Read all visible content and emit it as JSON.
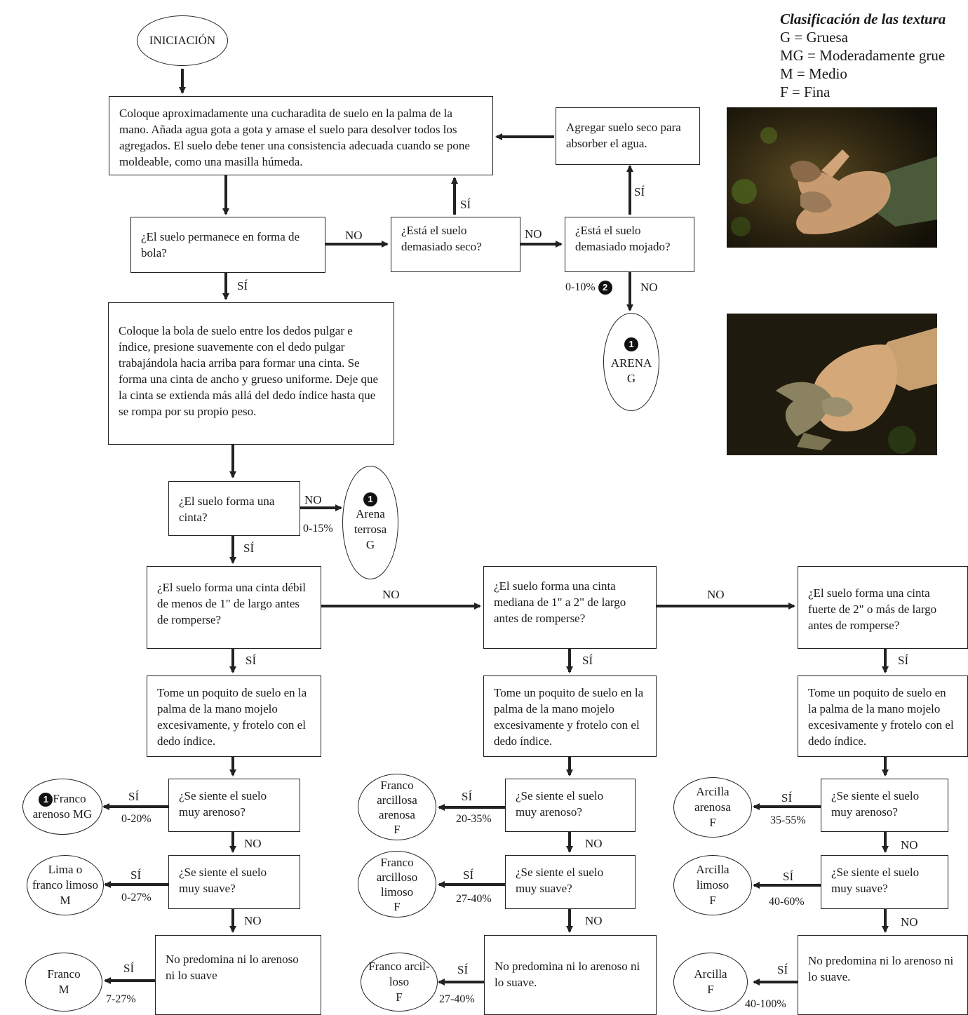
{
  "legend": {
    "title": "Clasificación de las textura",
    "items": [
      "G = Gruesa",
      "MG = Moderadamente grue",
      "M = Medio",
      "F = Fina"
    ]
  },
  "start": "INICIACIÓN",
  "boxes": {
    "instruction1": "Coloque aproximadamente una cucharadita de suelo en la palma de la mano. Añada agua gota a gota y amase el suelo para desolver todos los agregados. El suelo debe tener una consistencia adecuada cuando se pone moldeable, como una masilla húmeda.",
    "add_dry": "Agregar suelo seco para absorber el agua.",
    "q_ball": "¿El suelo permanece en forma de bola?",
    "q_dry": "¿Está el suelo demasiado seco?",
    "q_wet": "¿Está el suelo demasiado mojado?",
    "instruction2": "Coloque la bola de suelo entre los dedos pulgar e índice, presione suavemente con el dedo pulgar trabajándola hacia arriba para formar una cinta. Se forma una cinta de ancho y grueso uniforme. Deje que la cinta se extienda más allá del dedo índice hasta que se rompa por su propio peso.",
    "q_ribbon": "¿El suelo forma una cinta?",
    "q_weak": "¿El suelo forma una cinta débil de menos de 1\" de largo antes de romperse?",
    "q_medium": "¿El suelo forma una cinta mediana de 1\" a 2\" de largo antes de romperse?",
    "q_strong": "¿El suelo forma una cinta fuerte de 2\" o más de largo antes de romperse?",
    "take1": "Tome un poquito de suelo en la palma de la mano mojelo excesivamente, y frotelo con el dedo índice.",
    "take2": "Tome un poquito de suelo en la palma de la mano mojelo excesivamente y frotelo con el dedo índice.",
    "take3": "Tome un poquito de suelo en la palma de la mano mojelo excesivamente y frotelo con el dedo índice.",
    "gritty": "¿Se siente el suelo muy arenoso?",
    "smooth": "¿Se siente el suelo muy suave?",
    "neither1": "No predomina ni lo arenoso ni lo suave",
    "neither2": "No predomina ni lo arenoso ni lo suave.",
    "neither3": "No predomina ni lo arenoso ni lo suave."
  },
  "labels": {
    "yes": "SÍ",
    "no": "NO"
  },
  "percents": {
    "arena": "0-10%",
    "arena_terrosa": "0-15%",
    "c1": [
      "0-20%",
      "0-27%",
      "7-27%"
    ],
    "c2": [
      "20-35%",
      "27-40%",
      "27-40%"
    ],
    "c3": [
      "35-55%",
      "40-60%",
      "40-100%"
    ]
  },
  "markers": {
    "one": "1",
    "two": "2"
  },
  "results": {
    "arena": [
      "ARENA",
      "G"
    ],
    "arena_terrosa": [
      "Arena",
      "terrosa",
      "G"
    ],
    "c1": [
      [
        "Franco",
        "arenoso MG"
      ],
      [
        "Lima o",
        "franco limoso",
        "M"
      ],
      [
        "Franco",
        "M"
      ]
    ],
    "c2": [
      [
        "Franco",
        "arcillosa",
        "arenosa",
        "F"
      ],
      [
        "Franco",
        "arcilloso",
        "limoso",
        "F"
      ],
      [
        "Franco arcil-",
        "loso",
        "F"
      ]
    ],
    "c3": [
      [
        "Arcilla",
        "arenosa",
        "F"
      ],
      [
        "Arcilla",
        "limoso",
        "F"
      ],
      [
        "Arcilla",
        "F"
      ]
    ]
  },
  "colors": {
    "ink": "#1a1a1a",
    "line": "#222222"
  }
}
